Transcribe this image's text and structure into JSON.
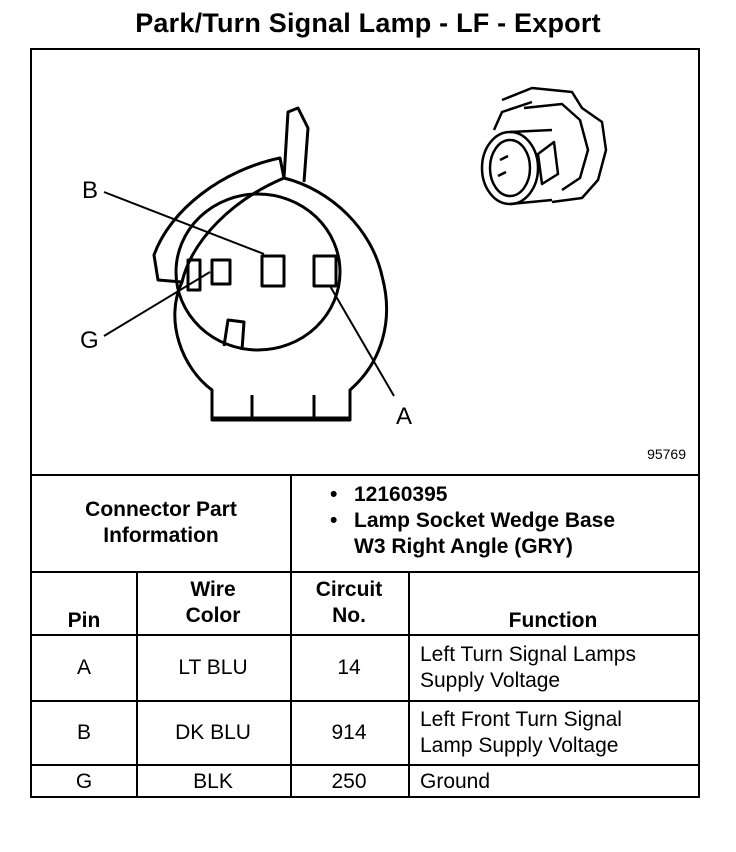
{
  "title": "Park/Turn Signal Lamp - LF - Export",
  "figure_number": "95769",
  "callouts": {
    "b": "B",
    "g": "G",
    "a": "A"
  },
  "connector": {
    "label_line1": "Connector Part",
    "label_line2": "Information",
    "part_number": "12160395",
    "description_line1": "Lamp Socket Wedge Base",
    "description_line2": "W3 Right Angle (GRY)"
  },
  "table": {
    "headers": {
      "pin": "Pin",
      "wire_line1": "Wire",
      "wire_line2": "Color",
      "circuit_line1": "Circuit",
      "circuit_line2": "No.",
      "function": "Function"
    },
    "rows": [
      {
        "pin": "A",
        "wire": "LT BLU",
        "circuit": "14",
        "function_line1": "Left Turn Signal Lamps",
        "function_line2": "Supply Voltage"
      },
      {
        "pin": "B",
        "wire": "DK BLU",
        "circuit": "914",
        "function_line1": "Left Front Turn Signal",
        "function_line2": "Lamp Supply Voltage"
      },
      {
        "pin": "G",
        "wire": "BLK",
        "circuit": "250",
        "function_line1": "Ground",
        "function_line2": ""
      }
    ]
  }
}
